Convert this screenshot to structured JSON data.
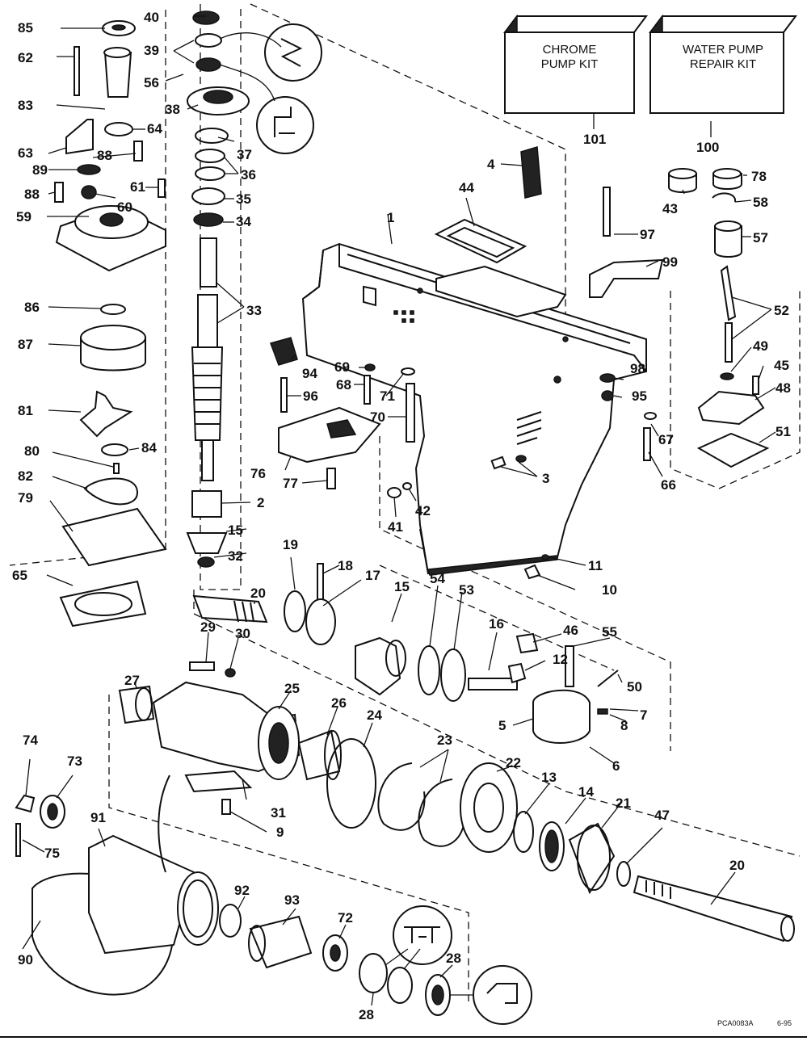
{
  "kits": {
    "chrome_pump_kit": {
      "line1": "CHROME",
      "line2": "PUMP KIT",
      "number": "101"
    },
    "water_pump_repair_kit": {
      "line1": "WATER PUMP",
      "line2": "REPAIR KIT",
      "number": "100"
    }
  },
  "callouts": [
    "1",
    "2",
    "3",
    "4",
    "5",
    "6",
    "7",
    "8",
    "9",
    "10",
    "11",
    "12",
    "13",
    "14",
    "15",
    "16",
    "17",
    "18",
    "19",
    "20",
    "21",
    "22",
    "23",
    "24",
    "25",
    "26",
    "27",
    "28",
    "29",
    "30",
    "31",
    "32",
    "33",
    "34",
    "35",
    "36",
    "37",
    "38",
    "39",
    "40",
    "41",
    "42",
    "43",
    "44",
    "45",
    "46",
    "47",
    "48",
    "49",
    "50",
    "51",
    "52",
    "53",
    "54",
    "55",
    "56",
    "57",
    "58",
    "59",
    "60",
    "61",
    "62",
    "63",
    "64",
    "65",
    "66",
    "67",
    "68",
    "69",
    "70",
    "71",
    "72",
    "73",
    "74",
    "75",
    "76",
    "77",
    "78",
    "79",
    "80",
    "81",
    "82",
    "83",
    "84",
    "85",
    "86",
    "87",
    "88",
    "89",
    "90",
    "91",
    "92",
    "93",
    "94",
    "95",
    "96",
    "97",
    "98",
    "99"
  ],
  "footer": {
    "code": "PCA0083A",
    "date": "6-95"
  }
}
